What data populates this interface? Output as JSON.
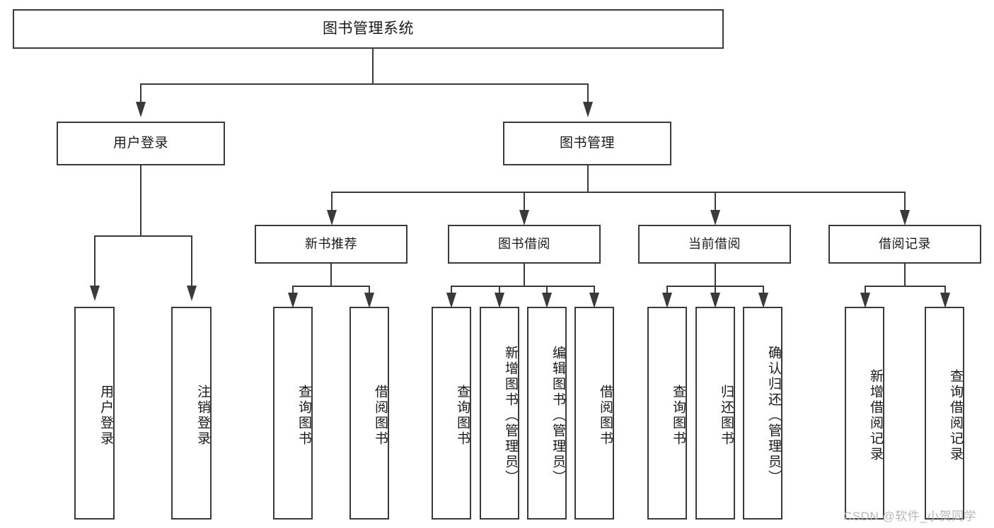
{
  "diagram": {
    "type": "tree",
    "title": "图书管理系统",
    "root": {
      "label": "图书管理系统"
    },
    "level2": [
      {
        "label": "用户登录"
      },
      {
        "label": "图书管理"
      }
    ],
    "level3": [
      {
        "label": "新书推荐"
      },
      {
        "label": "图书借阅"
      },
      {
        "label": "当前借阅"
      },
      {
        "label": "借阅记录"
      }
    ],
    "leaves": {
      "user_login": [
        {
          "label": "用户登录"
        },
        {
          "label": "注销登录"
        }
      ],
      "new_book_recommend": [
        {
          "label": "查询图书"
        },
        {
          "label": "借阅图书"
        }
      ],
      "book_borrow": [
        {
          "label": "查询图书"
        },
        {
          "label": "新增图书（管理员）"
        },
        {
          "label": "编辑图书（管理员）"
        },
        {
          "label": "借阅图书"
        }
      ],
      "current_borrow": [
        {
          "label": "查询图书"
        },
        {
          "label": "归还图书"
        },
        {
          "label": "确认归还（管理员）"
        }
      ],
      "borrow_record": [
        {
          "label": "新增借阅记录"
        },
        {
          "label": "查询借阅记录"
        }
      ]
    }
  },
  "watermark": {
    "text": "CSDN @软件_小贺同学"
  },
  "colors": {
    "stroke": "#3a3a3a",
    "background": "#ffffff",
    "text": "#1a1a1a",
    "watermark": "#b8b8b8"
  }
}
